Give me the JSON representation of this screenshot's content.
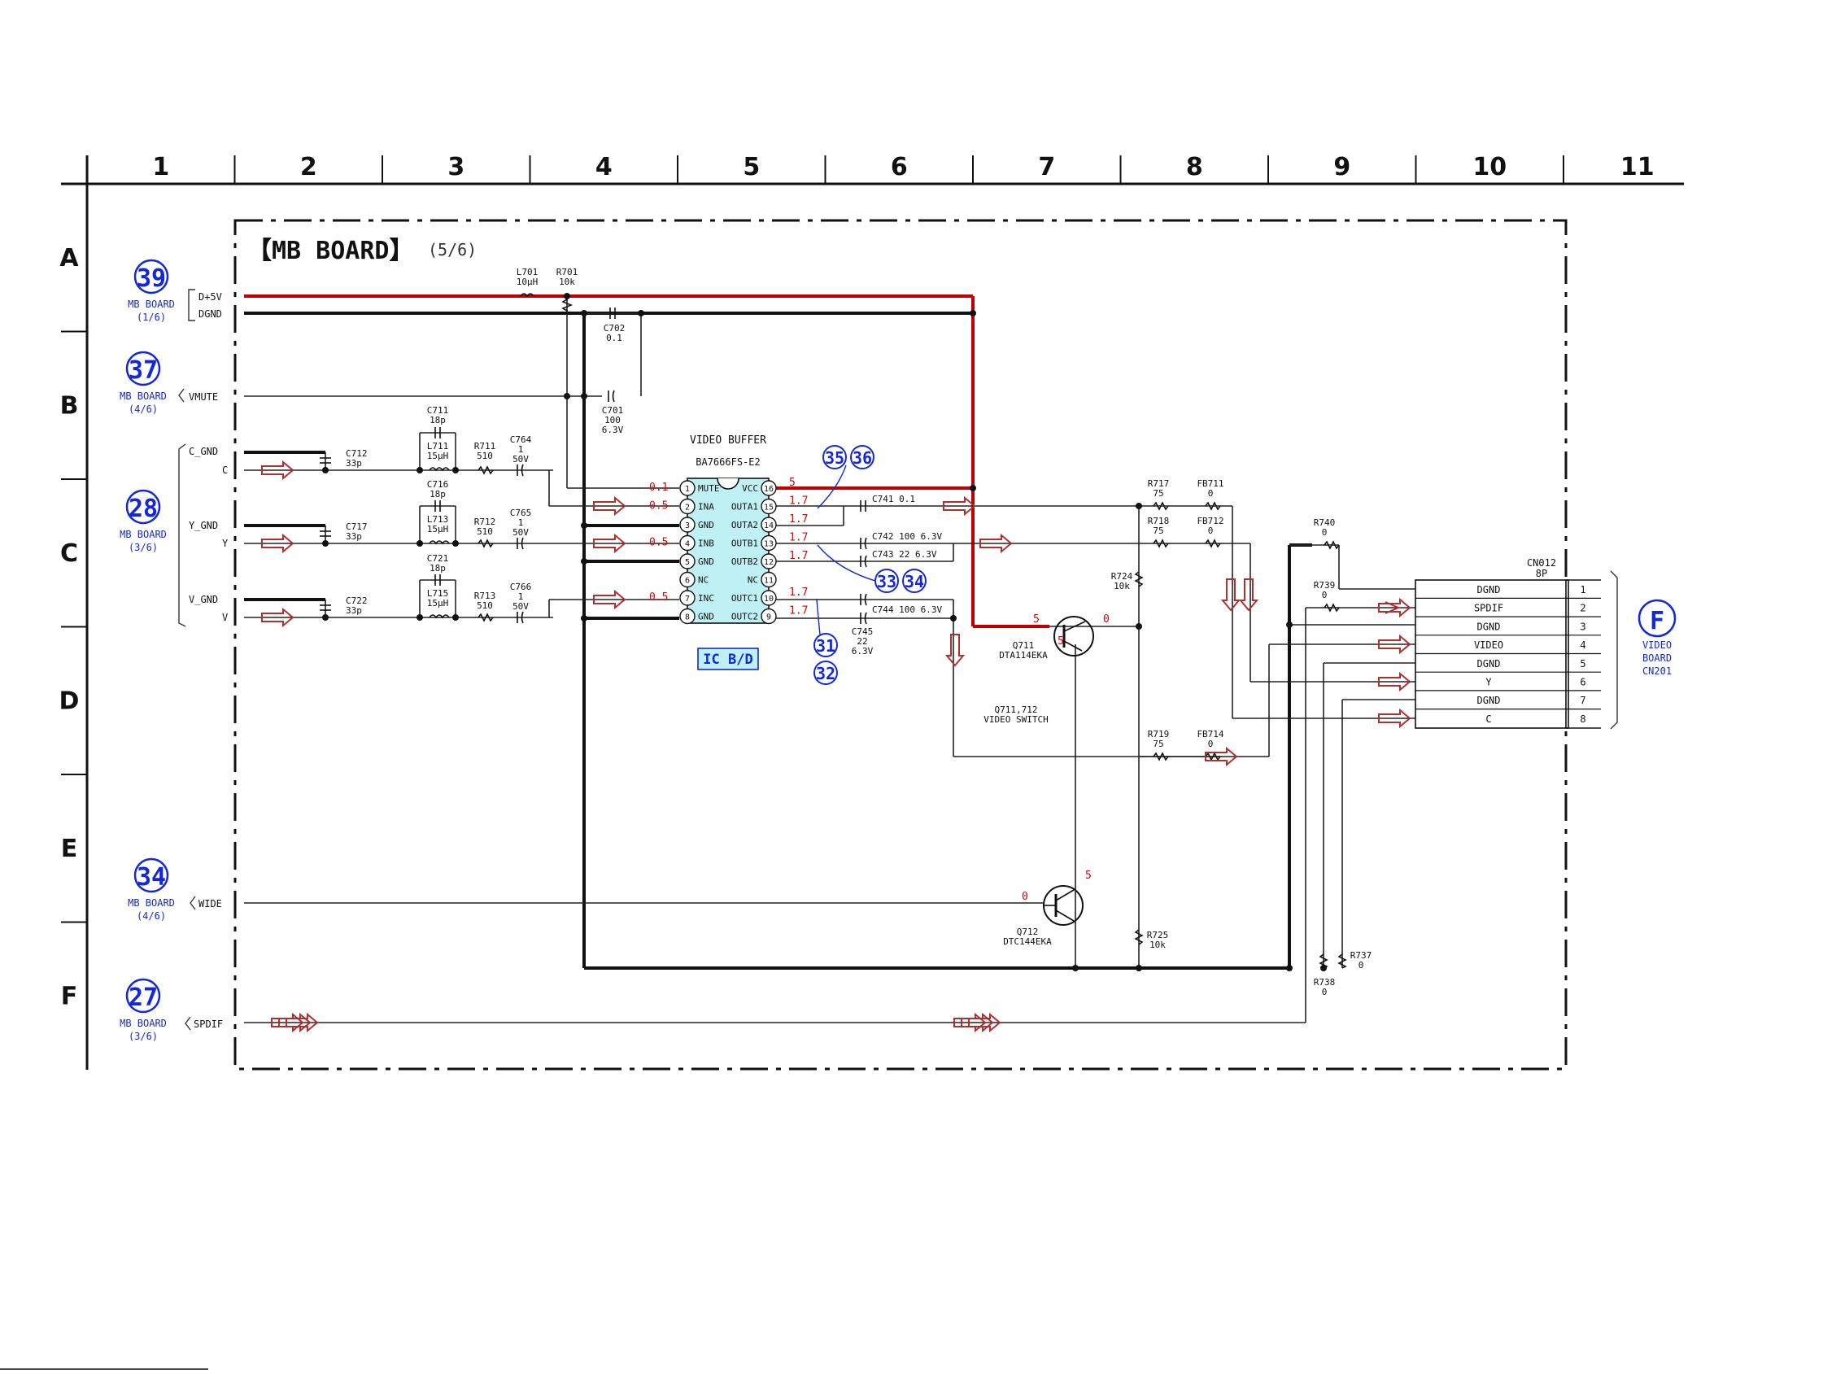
{
  "grid": {
    "columns": [
      "1",
      "2",
      "3",
      "4",
      "5",
      "6",
      "7",
      "8",
      "9",
      "10",
      "11"
    ],
    "rows": [
      "A",
      "B",
      "C",
      "D",
      "E",
      "F"
    ]
  },
  "board_title": "【MB BOARD】",
  "board_page": "(5/6)",
  "connectors_left": [
    {
      "id": "c39",
      "number": "39",
      "line1": "MB BOARD",
      "line2": "(1/6)",
      "pins": [
        "D+5V",
        "DGND"
      ]
    },
    {
      "id": "c37",
      "number": "37",
      "line1": "MB BOARD",
      "line2": "(4/6)",
      "pins": [
        "VMUTE"
      ]
    },
    {
      "id": "c28",
      "number": "28",
      "line1": "MB BOARD",
      "line2": "(3/6)",
      "pins": [
        "C_GND",
        "C",
        "Y_GND",
        "Y",
        "V_GND",
        "V"
      ]
    },
    {
      "id": "c34",
      "number": "34",
      "line1": "MB BOARD",
      "line2": "(4/6)",
      "pins": [
        "WIDE"
      ]
    },
    {
      "id": "c27",
      "number": "27",
      "line1": "MB BOARD",
      "line2": "(3/6)",
      "pins": [
        "SPDIF"
      ]
    }
  ],
  "connector_right": {
    "letter": "F",
    "line1": "VIDEO",
    "line2": "BOARD",
    "line3": "CN201"
  },
  "cn012": {
    "ref": "CN012",
    "size": "8P",
    "pins": [
      {
        "num": "1",
        "name": "DGND"
      },
      {
        "num": "2",
        "name": "SPDIF"
      },
      {
        "num": "3",
        "name": "DGND"
      },
      {
        "num": "4",
        "name": "VIDEO"
      },
      {
        "num": "5",
        "name": "DGND"
      },
      {
        "num": "6",
        "name": "Y"
      },
      {
        "num": "7",
        "name": "DGND"
      },
      {
        "num": "8",
        "name": "C"
      }
    ]
  },
  "ic": {
    "title": "VIDEO BUFFER",
    "part": "BA7666FS-E2",
    "tag": "IC B/D",
    "left_pins": [
      {
        "num": "1",
        "name": "MUTE",
        "volt": "0.1"
      },
      {
        "num": "2",
        "name": "INA",
        "volt": "0.5"
      },
      {
        "num": "3",
        "name": "GND",
        "volt": ""
      },
      {
        "num": "4",
        "name": "INB",
        "volt": "0.5"
      },
      {
        "num": "5",
        "name": "GND",
        "volt": ""
      },
      {
        "num": "6",
        "name": "NC",
        "volt": ""
      },
      {
        "num": "7",
        "name": "INC",
        "volt": "0.5"
      },
      {
        "num": "8",
        "name": "GND",
        "volt": ""
      }
    ],
    "right_pins": [
      {
        "num": "16",
        "name": "VCC",
        "volt": "5"
      },
      {
        "num": "15",
        "name": "OUTA1",
        "volt": "1.7"
      },
      {
        "num": "14",
        "name": "OUTA2",
        "volt": "1.7"
      },
      {
        "num": "13",
        "name": "OUTB1",
        "volt": "1.7"
      },
      {
        "num": "12",
        "name": "OUTB2",
        "volt": "1.7"
      },
      {
        "num": "11",
        "name": "NC",
        "volt": ""
      },
      {
        "num": "10",
        "name": "OUTC1",
        "volt": "1.7"
      },
      {
        "num": "9",
        "name": "OUTC2",
        "volt": "1.7"
      }
    ]
  },
  "components": {
    "L701": [
      "L701",
      "10μH"
    ],
    "R701": [
      "R701",
      "10k"
    ],
    "C702": [
      "C702",
      "0.1"
    ],
    "C701": [
      "C701",
      "100",
      "6.3V"
    ],
    "C711": [
      "C711",
      "18p"
    ],
    "L711": [
      "L711",
      "15μH"
    ],
    "R711": [
      "R711",
      "510"
    ],
    "C764": [
      "C764",
      "1",
      "50V"
    ],
    "C712": [
      "C712",
      "33p"
    ],
    "C716": [
      "C716",
      "18p"
    ],
    "L713": [
      "L713",
      "15μH"
    ],
    "R712": [
      "R712",
      "510"
    ],
    "C765": [
      "C765",
      "1",
      "50V"
    ],
    "C717": [
      "C717",
      "33p"
    ],
    "C721": [
      "C721",
      "18p"
    ],
    "L715": [
      "L715",
      "15μH"
    ],
    "R713": [
      "R713",
      "510"
    ],
    "C766": [
      "C766",
      "1",
      "50V"
    ],
    "C722": [
      "C722",
      "33p"
    ],
    "C741": "C741 0.1",
    "C742": "C742 100 6.3V",
    "C743": "C743 22 6.3V",
    "C744": "C744 100 6.3V",
    "C745": [
      "C745",
      "22",
      "6.3V"
    ],
    "R717": [
      "R717",
      "75"
    ],
    "FB711": [
      "FB711",
      "0"
    ],
    "R718": [
      "R718",
      "75"
    ],
    "FB712": [
      "FB712",
      "0"
    ],
    "R724": [
      "R724",
      "10k"
    ],
    "R719": [
      "R719",
      "75"
    ],
    "FB714": [
      "FB714",
      "0"
    ],
    "R725": [
      "R725",
      "10k"
    ],
    "R740": [
      "R740",
      "0"
    ],
    "R739": [
      "R739",
      "0"
    ],
    "R737": [
      "R737",
      "0"
    ],
    "R738": [
      "R738",
      "0"
    ],
    "Q711": [
      "Q711",
      "DTA114EKA"
    ],
    "Q712": [
      "Q712",
      "DTC144EKA"
    ],
    "switch_title": [
      "Q711,712",
      "VIDEO SWITCH"
    ]
  },
  "transistor_volts": {
    "q711_b": "5",
    "q711_e": "0",
    "q711_c": "5",
    "q712_b": "0",
    "q712_c": "5"
  },
  "waveform_refs": [
    "35",
    "36",
    "33",
    "34",
    "31",
    "32"
  ],
  "colors": {
    "power": "#c00000",
    "ref_blue": "#1428d8",
    "ic_fill": "#bff0f4",
    "voltage": "#e00000",
    "signal_arrow": "#b03030"
  }
}
